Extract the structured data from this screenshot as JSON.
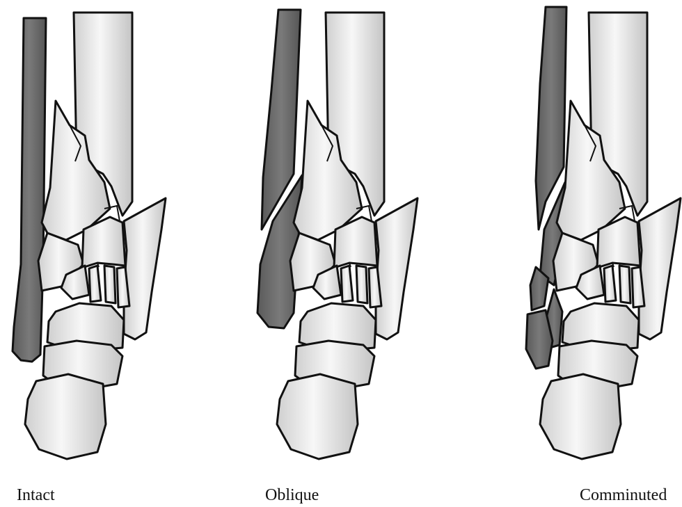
{
  "figure": {
    "panels": [
      {
        "id": "intact",
        "caption": "Intact",
        "fibula_state": "intact"
      },
      {
        "id": "oblique",
        "caption": "Oblique",
        "fibula_state": "oblique"
      },
      {
        "id": "comminuted",
        "caption": "Comminuted",
        "fibula_state": "comminuted"
      }
    ]
  },
  "colors": {
    "fibula": "#6b6b6b",
    "bone_light": "#f4f4f4",
    "bone_mid": "#c8c8c8",
    "outline": "#111111",
    "background": "#ffffff"
  }
}
